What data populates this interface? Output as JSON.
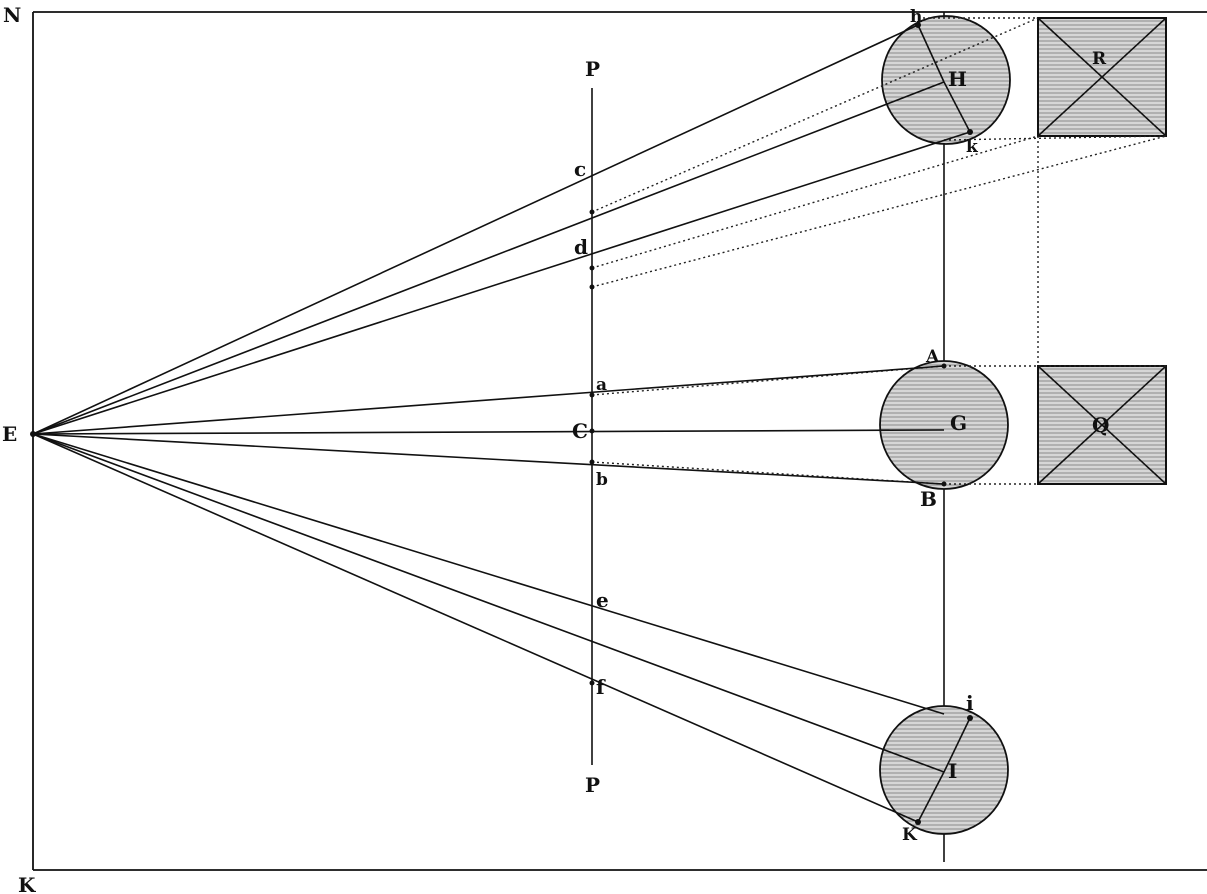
{
  "figure": {
    "labels": {
      "N": "N",
      "K": "K",
      "E": "E",
      "P_top": "P",
      "P_bottom": "P",
      "c_upper": "c",
      "d": "d",
      "a": "a",
      "C": "C",
      "b": "b",
      "e": "e",
      "f": "f",
      "h": "h",
      "H": "H",
      "k": "k",
      "R": "R",
      "A": "A",
      "G": "G",
      "B": "B",
      "Q": "Q",
      "i": "i",
      "I": "I",
      "K_lower": "K"
    }
  }
}
